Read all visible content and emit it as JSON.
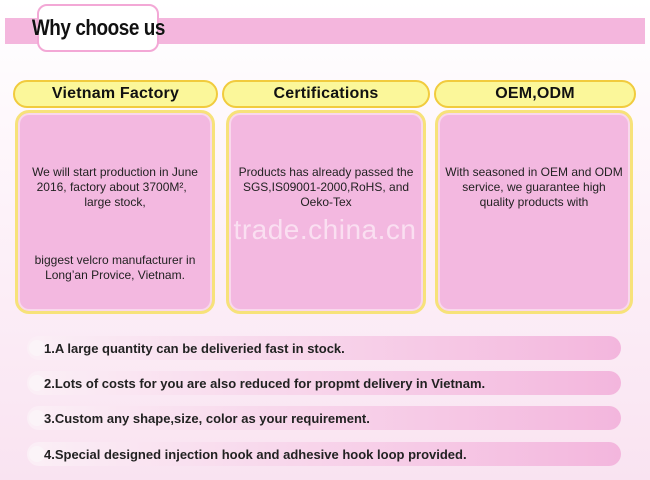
{
  "title": "Why choose us",
  "headers": [
    "Vietnam Factory",
    "Certifications",
    "OEM,ODM"
  ],
  "cards": [
    {
      "text": "We will start production in June 2016, factory about 3700M²,   large stock,",
      "text_bottom": "biggest velcro manufacturer in Long’an Provice, Vietnam."
    },
    {
      "text": "Products has already passed the SGS,IS09001-2000,RoHS, and Oeko-Tex"
    },
    {
      "text": "With seasoned in OEM and ODM service, we guarantee high quality products with"
    }
  ],
  "watermark": "trade.china.cn",
  "advantages": [
    "1.A large quantity can be deliveried fast in stock.",
    "2.Lots of costs for you are also reduced for propmt delivery in Vietnam.",
    "3.Custom any shape,size, color as your requirement.",
    "4.Special designed injection hook and adhesive hook loop provided."
  ],
  "colors": {
    "top_bar": "#f4b6dd",
    "header_fill": "#fbf79a",
    "header_border": "#f1cb3e",
    "card_fill": "#f3b8e0",
    "card_border": "#f7e27a"
  }
}
